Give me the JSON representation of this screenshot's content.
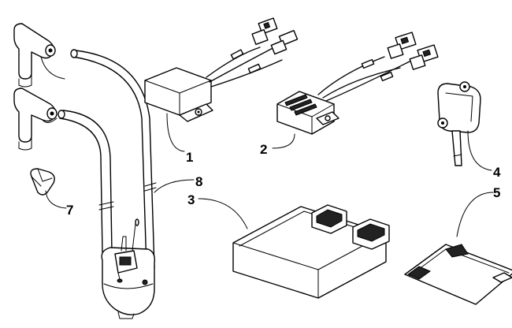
{
  "diagram": {
    "callouts": [
      {
        "id": "1",
        "label": "1"
      },
      {
        "id": "2",
        "label": "2"
      },
      {
        "id": "3",
        "label": "3"
      },
      {
        "id": "4",
        "label": "4"
      },
      {
        "id": "5",
        "label": "5"
      },
      {
        "id": "7",
        "label": "7"
      },
      {
        "id": "8",
        "label": "8"
      }
    ]
  }
}
